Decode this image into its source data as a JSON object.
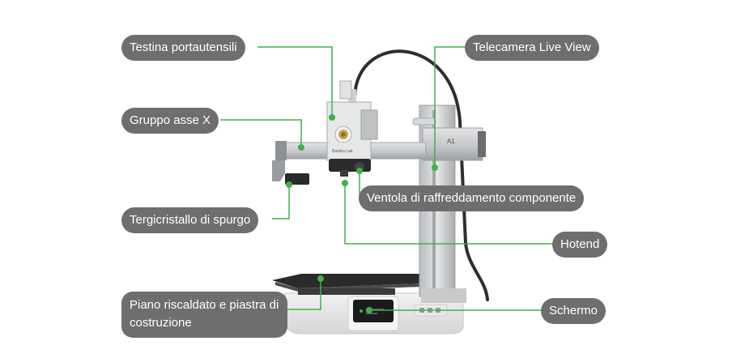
{
  "labels": {
    "toolhead": "Testina portautensili",
    "x_axis": "Gruppo asse X",
    "nozzle_wiper": "Tergicristallo di spurgo",
    "heatbed": "Piano riscaldato e piastra di costruzione",
    "camera": "Telecamera Live View",
    "part_fan": "Ventola di raffreddamento componente",
    "hotend": "Hotend",
    "screen": "Schermo"
  },
  "colors": {
    "callout_line": "#3fb24a",
    "pill_bg": "#6e6e6e",
    "pill_text": "#ffffff"
  }
}
